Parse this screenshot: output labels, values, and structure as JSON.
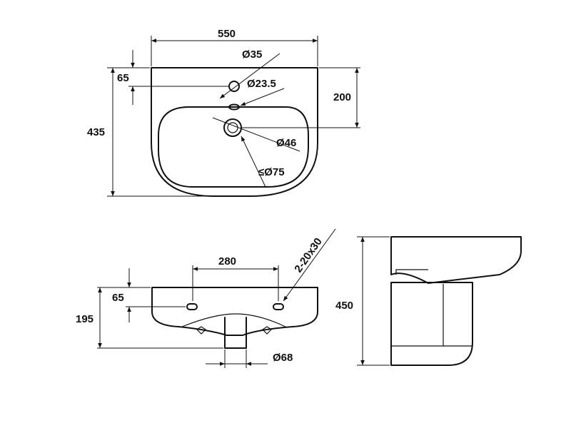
{
  "dimensions": {
    "top_width": "550",
    "top_depth": "435",
    "top_tap_offset": "65",
    "top_waste_offset": "200",
    "tap_hole": "Ø35",
    "overflow_hole": "Ø23.5",
    "waste_hole": "Ø46",
    "waste_max": "≤Ø75",
    "front_fixing_spacing": "280",
    "front_fixing_holes": "2-20x30",
    "front_offset": "65",
    "front_height": "195",
    "front_pedestal_width": "Ø68",
    "side_height": "450"
  },
  "colors": {
    "line": "#111111",
    "background": "#ffffff"
  }
}
